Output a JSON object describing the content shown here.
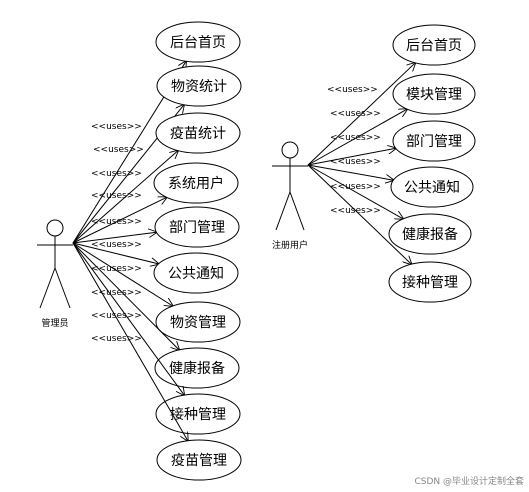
{
  "stereotype": "<<uses>>",
  "actors": [
    {
      "id": "admin",
      "label": "管理员"
    },
    {
      "id": "user",
      "label": "注册用户"
    }
  ],
  "admin_use_cases": [
    "后台首页",
    "物资统计",
    "疫苗统计",
    "系统用户",
    "部门管理",
    "公共通知",
    "物资管理",
    "健康报备",
    "接种管理",
    "疫苗管理"
  ],
  "user_use_cases": [
    "后台首页",
    "模块管理",
    "部门管理",
    "公共通知",
    "健康报备",
    "接种管理"
  ],
  "watermark": "CSDN @毕业设计定制全套"
}
